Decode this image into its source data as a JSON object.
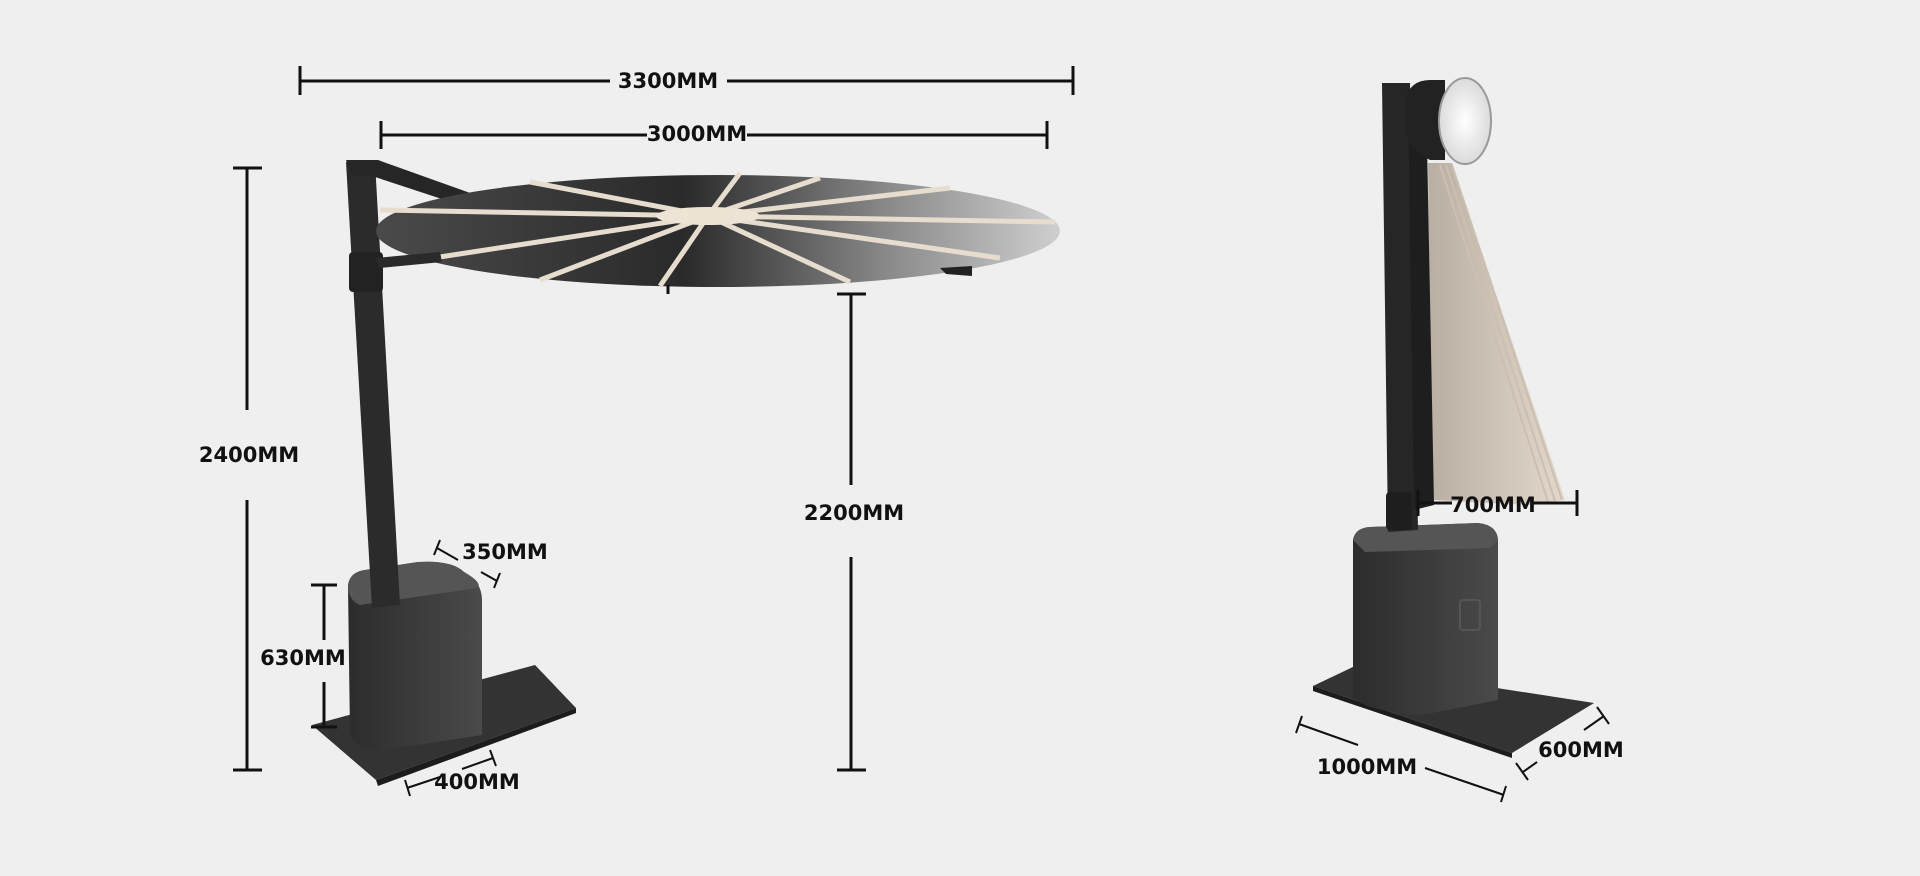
{
  "dimensions": {
    "total_width": "3300MM",
    "canopy_width": "3000MM",
    "total_height": "2400MM",
    "clearance_height": "2200MM",
    "base_box_height": "630MM",
    "base_box_depth": "350MM",
    "base_box_width": "400MM",
    "folded_canopy_depth": "700MM",
    "base_plate_length": "1000MM",
    "base_plate_width": "600MM"
  }
}
